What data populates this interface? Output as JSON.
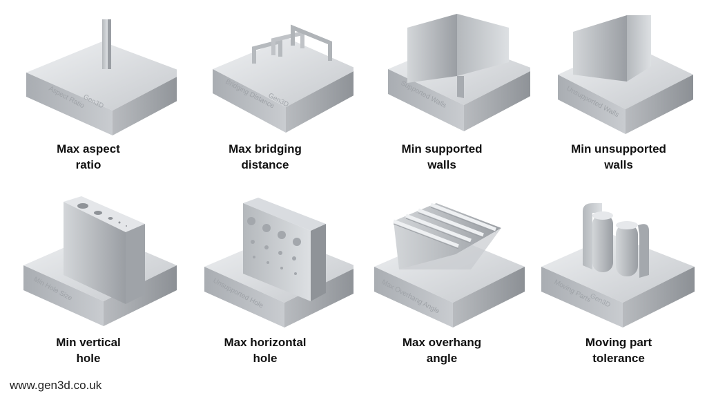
{
  "tests": [
    {
      "id": "aspect-ratio",
      "base_label": "Aspect Ratio",
      "caption": [
        "Max aspect",
        "ratio"
      ]
    },
    {
      "id": "bridging-distance",
      "base_label": "Bridging Distance",
      "caption": [
        "Max bridging",
        "distance"
      ]
    },
    {
      "id": "supported-walls",
      "base_label": "Supported Walls",
      "caption": [
        "Min supported",
        "walls"
      ]
    },
    {
      "id": "unsupported-walls",
      "base_label": "Unsupported Walls",
      "caption": [
        "Min unsupported",
        "walls"
      ]
    },
    {
      "id": "vertical-hole",
      "base_label": "Min Hole Size",
      "caption": [
        "Min vertical",
        "hole"
      ]
    },
    {
      "id": "horizontal-hole",
      "base_label": "Unsupported Hole",
      "caption": [
        "Max horizontal",
        "hole"
      ]
    },
    {
      "id": "overhang-angle",
      "base_label": "Max Overhang Angle",
      "caption": [
        "Max overhang",
        "angle"
      ]
    },
    {
      "id": "moving-parts",
      "base_label": "Moving Parts",
      "caption": [
        "Moving part",
        "tolerance"
      ]
    }
  ],
  "brand_mark": "Gen3D",
  "footer_url": "www.gen3d.co.uk",
  "colors": {
    "metal_light": "#e2e4e7",
    "metal_mid": "#c3c6ca",
    "metal_dark": "#8e9297",
    "text": "#111111"
  }
}
